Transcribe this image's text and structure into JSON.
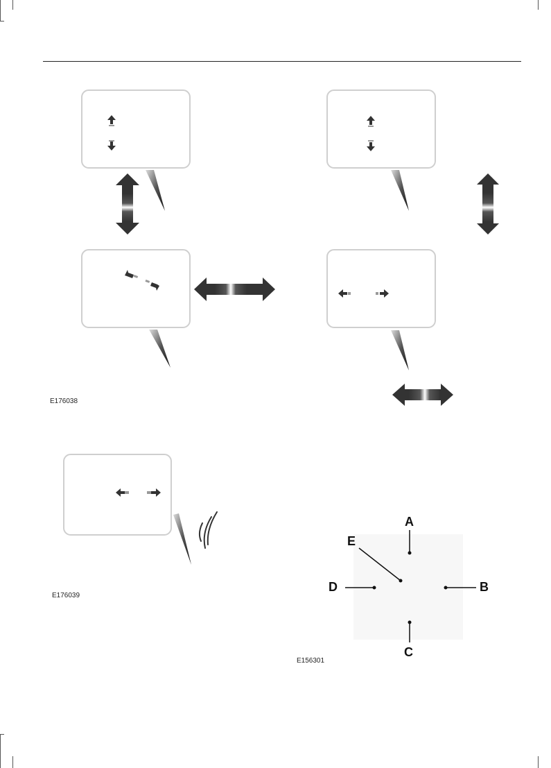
{
  "figures": {
    "fig1": {
      "id": "E176038"
    },
    "fig2": {
      "id": "E176039"
    },
    "fig3": {
      "id": "E156301",
      "labels": {
        "a": "A",
        "b": "B",
        "c": "C",
        "d": "D",
        "e": "E"
      }
    }
  },
  "colors": {
    "arrow": "#333333",
    "box_border": "#cfcfcf",
    "panel": "#f7f7f7"
  }
}
